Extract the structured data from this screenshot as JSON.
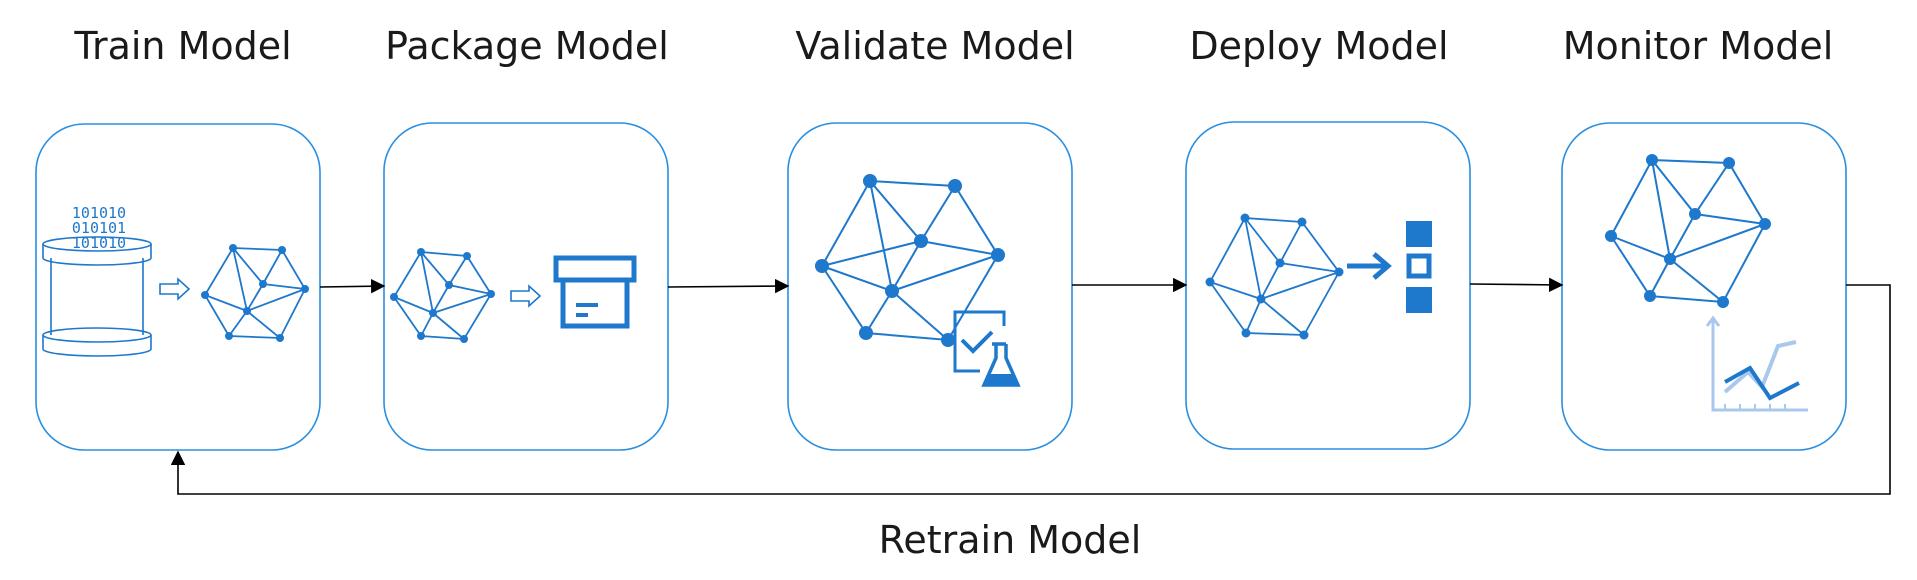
{
  "stages": [
    {
      "label": "Train Model",
      "icon": "database-binary-icon"
    },
    {
      "label": "Package Model",
      "icon": "package-box-icon"
    },
    {
      "label": "Validate Model",
      "icon": "validate-flask-icon"
    },
    {
      "label": "Deploy Model",
      "icon": "deploy-arrow-icon"
    },
    {
      "label": "Monitor Model",
      "icon": "monitor-chart-icon"
    }
  ],
  "loop": {
    "label": "Retrain Model"
  },
  "database": {
    "bits": [
      "101010",
      "010101",
      "101010"
    ]
  },
  "colors": {
    "accent": "#1e78cc",
    "border": "#2b8fe0",
    "connector": "#000000",
    "chart_light": "#a9c8ee"
  }
}
